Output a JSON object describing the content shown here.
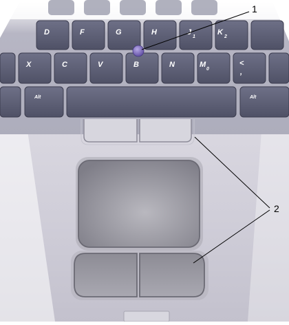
{
  "keyboard": {
    "row1": [
      "D",
      "F",
      "G",
      "H",
      "J",
      "K"
    ],
    "row1_sub": {
      "J": "1",
      "K": "2"
    },
    "row2": [
      "X",
      "C",
      "V",
      "B",
      "N",
      "M"
    ],
    "row2_sub": {
      "M": "0"
    },
    "row2_extra": "<",
    "row2_extra_sub": ",",
    "alt_left": "Alt",
    "alt_right": "Alt"
  },
  "callouts": [
    {
      "number": "1"
    },
    {
      "number": "2"
    }
  ],
  "colors": {
    "key": "#5d5f74",
    "key_edge": "#3c3d4f",
    "deck": "#c9c7d2",
    "trackstick": "#7b68b6",
    "touchpad": "#8e8d96"
  }
}
